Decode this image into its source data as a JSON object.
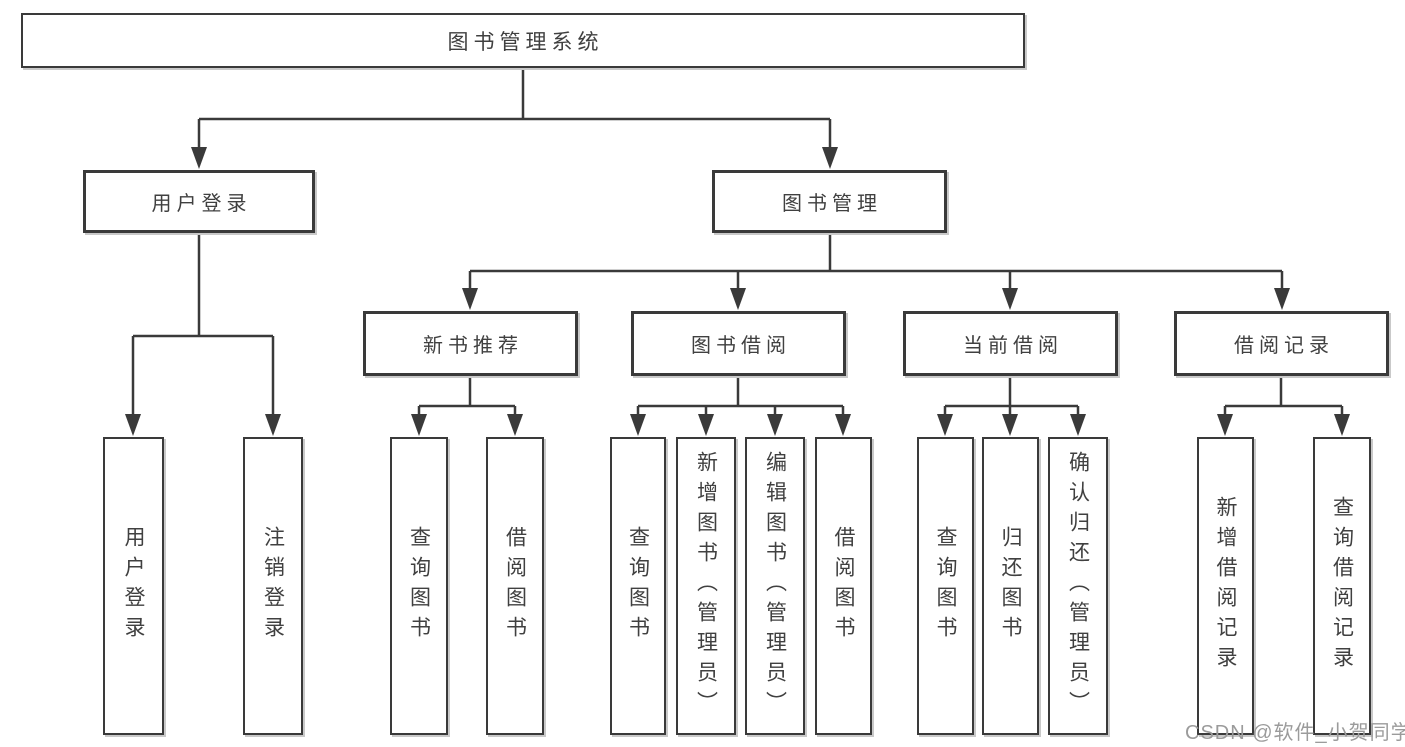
{
  "tree": {
    "label": "图书管理系统",
    "children": [
      {
        "label": "用户登录",
        "children": [
          {
            "label": "用户登录"
          },
          {
            "label": "注销登录"
          }
        ]
      },
      {
        "label": "图书管理",
        "children": [
          {
            "label": "新书推荐",
            "children": [
              {
                "label": "查询图书"
              },
              {
                "label": "借阅图书"
              }
            ]
          },
          {
            "label": "图书借阅",
            "children": [
              {
                "label": "查询图书"
              },
              {
                "label": "新增图书（管理员）"
              },
              {
                "label": "编辑图书（管理员）"
              },
              {
                "label": "借阅图书"
              }
            ]
          },
          {
            "label": "当前借阅",
            "children": [
              {
                "label": "查询图书"
              },
              {
                "label": "归还图书"
              },
              {
                "label": "确认归还（管理员）"
              }
            ]
          },
          {
            "label": "借阅记录",
            "children": [
              {
                "label": "新增借阅记录"
              },
              {
                "label": "查询借阅记录"
              }
            ]
          }
        ]
      }
    ]
  },
  "watermark": {
    "text": "CSDN @软件_小贺同学"
  },
  "colors": {
    "line": "#3a3a3a",
    "box_border": "#3a3a3a",
    "text": "#404040",
    "watermark": "#9b9b9b",
    "background": "#ffffff"
  }
}
